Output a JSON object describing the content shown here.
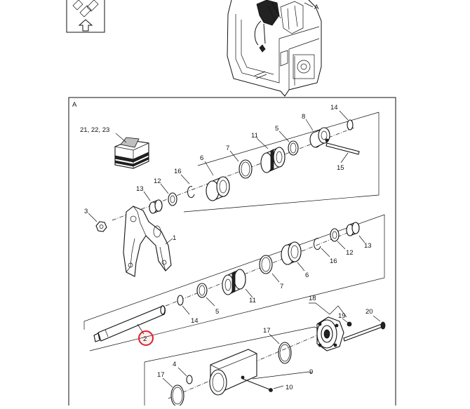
{
  "detail_label": "A",
  "overview_label": "A",
  "labels": {
    "kit": "21, 22, 23",
    "p14a": "14",
    "p8": "8",
    "p5a": "5",
    "p11a": "11",
    "p7a": "7",
    "p6a": "6",
    "p16a": "16",
    "p12a": "12",
    "p13a": "13",
    "p15": "15",
    "p3": "3",
    "p1": "1",
    "p14b": "14",
    "p5b": "5",
    "p11b": "11",
    "p7b": "7",
    "p6b": "6",
    "p16b": "16",
    "p12b": "12",
    "p13b": "13",
    "p2": "2",
    "p18": "18",
    "p19": "19",
    "p20": "20",
    "p17a": "17",
    "p17b": "17",
    "p4": "4",
    "p9": "9",
    "p10": "10"
  },
  "highlighted_part": "2",
  "colors": {
    "highlight": "#d9232e",
    "line": "#111111"
  }
}
